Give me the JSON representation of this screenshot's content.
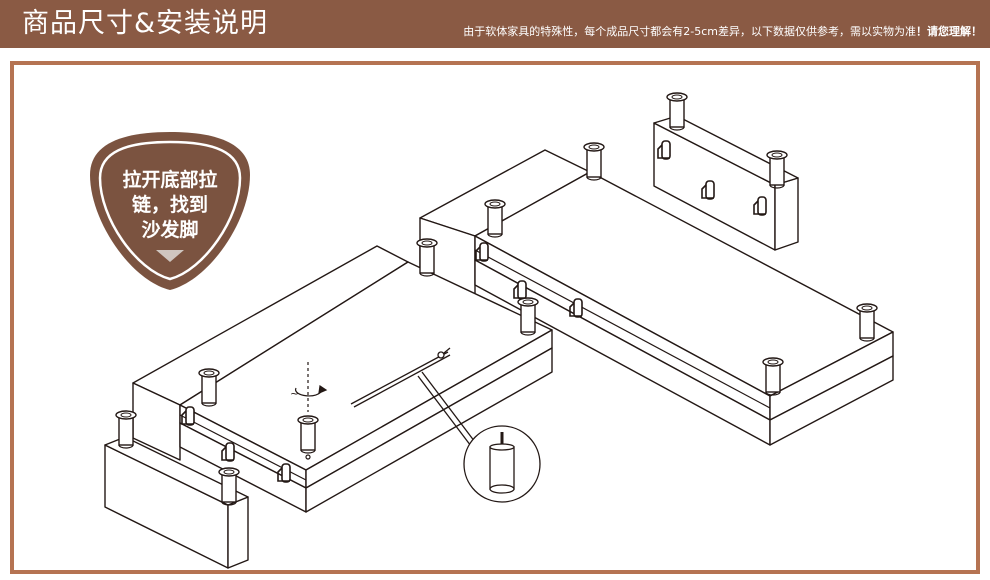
{
  "header": {
    "title": "商品尺寸&安装说明",
    "note_main": "由于软体家具的特殊性，每个成品尺寸都会有2-5cm差异，以下数据仅供参考，需以实物为准",
    "note_tail": "！请您理解！"
  },
  "badge": {
    "lines": [
      "拉开底部拉",
      "链，找到",
      "沙发脚"
    ]
  },
  "colors": {
    "header_bg": "#8a5a44",
    "panel_border": "#b57352",
    "badge_bg": "#7b5340",
    "line": "#231815"
  }
}
